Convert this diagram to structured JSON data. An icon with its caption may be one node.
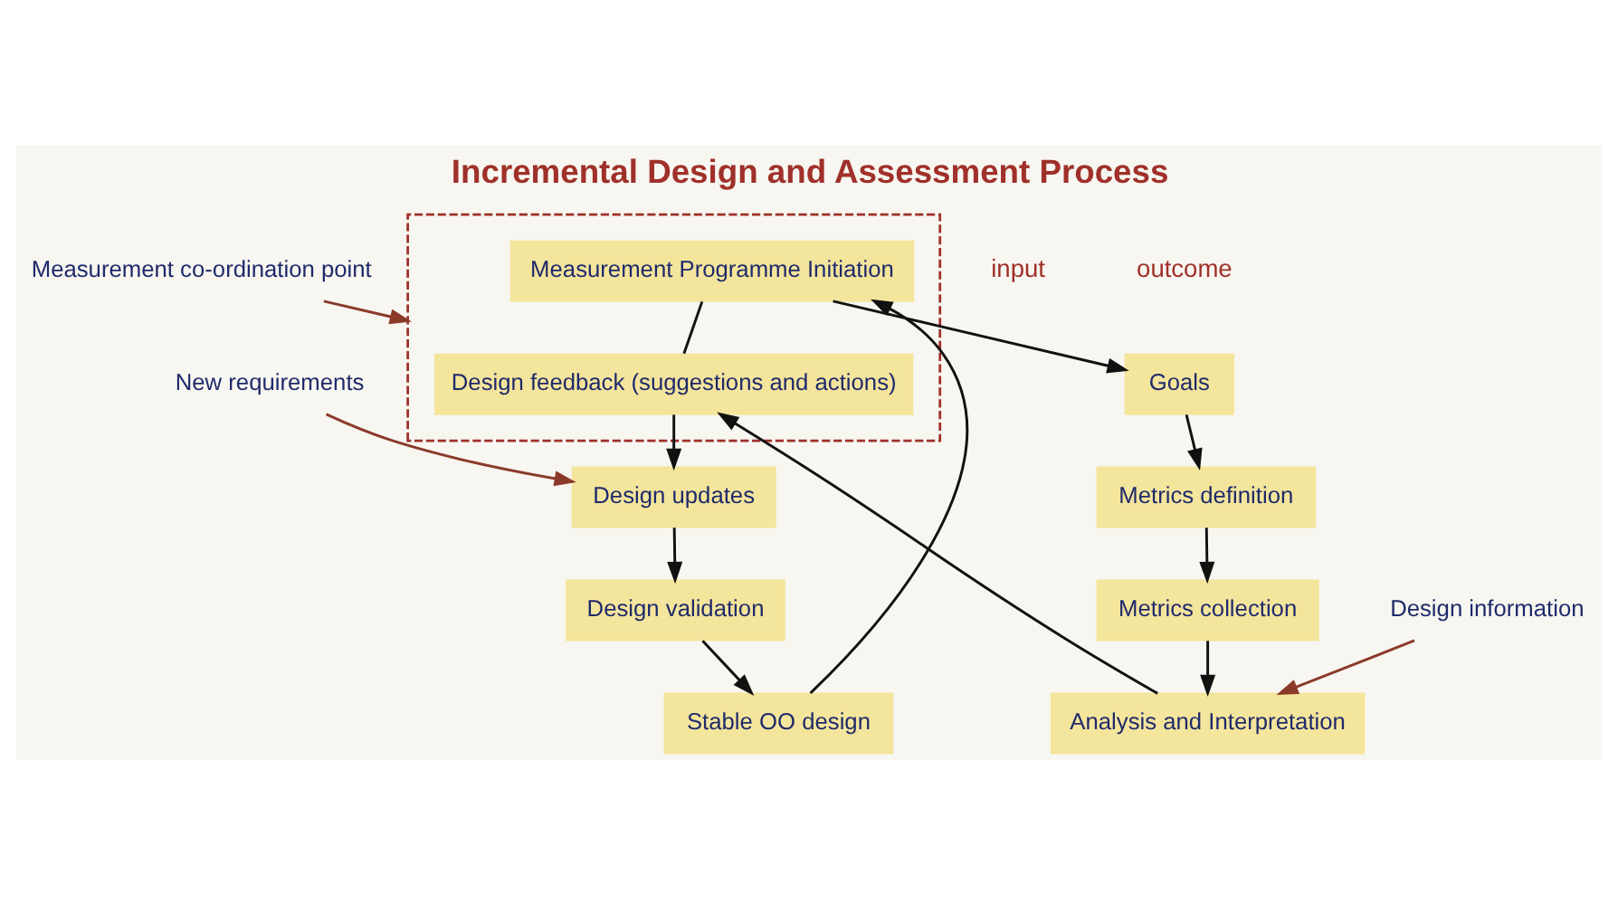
{
  "diagram": {
    "title": "Incremental Design and Assessment Process",
    "nodes": [
      {
        "text": [
          "Stable OO design"
        ]
      },
      {
        "text": [
          "Goals"
        ]
      },
      {
        "text": [
          "Design validation"
        ]
      },
      {
        "text": [],
        "shape": "box"
      },
      {
        "text": [
          "Measurement Programme Initiation"
        ],
        "in": 3
      },
      {
        "text": [
          "Design feedback (suggestions and actions)"
        ],
        "in": 3
      },
      {
        "text": [
          "Metrics definition"
        ]
      },
      {
        "text": [
          "Metrics collection"
        ]
      },
      {
        "text": [
          "Design updates"
        ]
      },
      {
        "text": [
          "Analysis and Interpretation"
        ]
      },
      {
        "text": [
          "Measurement co-ordination point"
        ]
      },
      {
        "text": [
          "New requirements"
        ]
      },
      {
        "text": [
          "Design information"
        ]
      }
    ],
    "edges": [
      {
        "from": 0,
        "to": 4,
        "arrow": "to"
      },
      {
        "from": 4,
        "to": 1,
        "arrow": "to"
      },
      {
        "from": 1,
        "to": 6,
        "arrow": "to"
      },
      {
        "from": 6,
        "to": 7,
        "arrow": "to"
      },
      {
        "from": 7,
        "to": 9,
        "arrow": "to"
      },
      {
        "from": 9,
        "to": 5,
        "arrow": "to"
      },
      {
        "from": 4,
        "to": 5,
        "arrow": "none"
      },
      {
        "from": 5,
        "to": 8,
        "arrow": "to"
      },
      {
        "from": 8,
        "to": 2,
        "arrow": "to"
      },
      {
        "from": 2,
        "to": 0,
        "arrow": "to"
      },
      {
        "from": 10,
        "to": 3,
        "arrow": "to",
        "color": "#8b3a2a"
      },
      {
        "from": 11,
        "to": 8,
        "arrow": "to",
        "color": "#8b3a2a"
      },
      {
        "from": 12,
        "to": 9,
        "arrow": "to",
        "color": "#8b3a2a"
      }
    ],
    "labels": [
      "input",
      "outcome"
    ]
  }
}
